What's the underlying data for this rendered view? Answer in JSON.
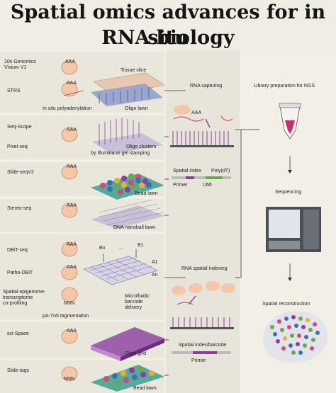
{
  "title": {
    "line1": "Spatial omics advances for in situ",
    "line2": "RNA biology"
  },
  "left": {
    "visium": "10x Genomics\nVisium V1",
    "strs": "STRS",
    "tissue_slice": "Tissue slice",
    "in_situ_polyA": "In situ polyadenylation",
    "oligo_lawn": "Oligo lawn",
    "seq_scope": "Seq-Scope",
    "pixel_seq": "Pixel-seq",
    "oligo_clusters": "Oligo clusters",
    "by_illumina": "by Illumina or gel stamping",
    "slide_seqv2": "Slide-seqV2",
    "bead_lawn": "Bead lawn",
    "stereo_seq": "Stereo-seq",
    "dna_nanoball": "DNA nanoball lawn",
    "dbit_seq": "DBiT-seq",
    "patho_dbit": "Patho-DBiT",
    "spatial_epi": "Spatial epigenome-\ntranscriptome\nco-profiling",
    "pa_tn5": "pA-Tn5 tagmentation",
    "bn": "Bn",
    "dots": "...",
    "b1": "B1",
    "a1": "A1",
    "an": "An",
    "microfluidic": "Microfluidic\nbarcode\ndelivery",
    "sci_space": "sci-Space",
    "oligo_grid": "Oligo grid",
    "slide_tags": "Slide-tags",
    "bead_lawn2": "Bead lawn",
    "aaa": "AAA",
    "nnn": "NNN"
  },
  "middle": {
    "rna_capturing": "RNA capturing",
    "spatial_index": "Spatial index",
    "poly_dt": "Poly(dT)",
    "primer": "Primer",
    "umi": "UMI",
    "rna_spatial_indexing": "RNA spatial indexing",
    "spatial_index_barcode": "Spatial index/barcode",
    "primer2": "Primer",
    "aaa": "AAA"
  },
  "right": {
    "library_prep": "Library preparation for NGS",
    "sequencing": "Sequencing",
    "spatial_reconstruction": "Spatial reconstruction"
  },
  "colors": {
    "background": "#efede4",
    "middle_column": "#e7e4d9",
    "purple": "#8a3fa0",
    "pink": "#e05a7a",
    "green": "#6aa84f",
    "blue": "#3d6fb5"
  }
}
